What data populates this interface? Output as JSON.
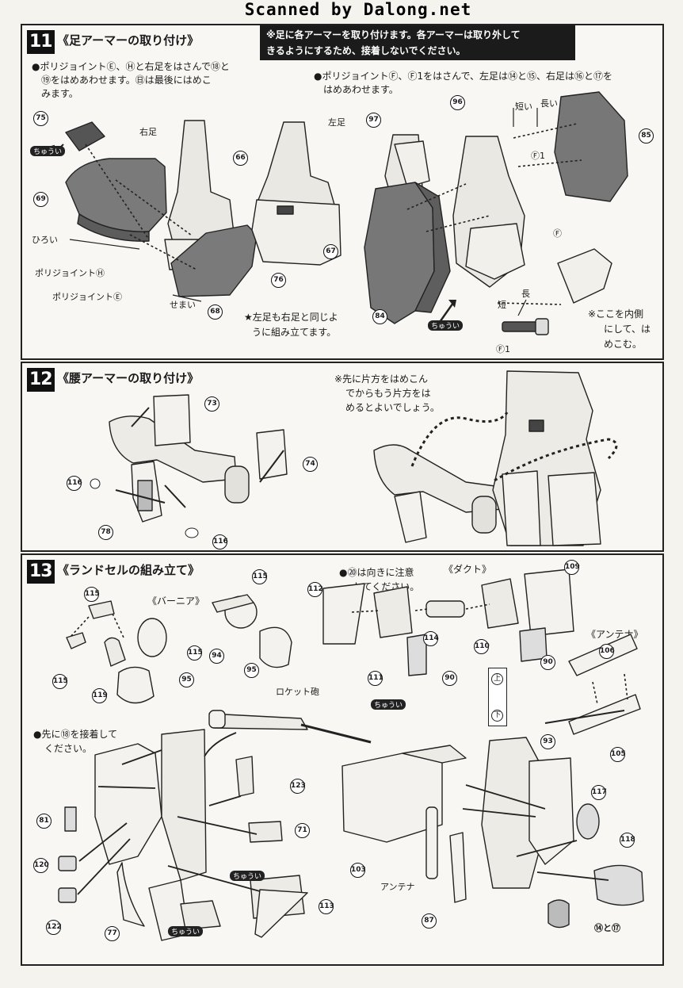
{
  "banner": "Scanned by Dalong.net",
  "step11": {
    "num": "11",
    "title": "《足アーマーの取り付け》",
    "note_line1": "※足に各アーマーを取り付けます。各アーマーは取り外して",
    "note_line2": "きるようにするため、接着しないでください。",
    "instr_left_1": "●ポリジョイントⒺ、Ⓗと右足をはさんで⑱と",
    "instr_left_2": "⑲をはめあわせます。㊐は最後にはめこ",
    "instr_left_3": "みます。",
    "instr_right_1": "●ポリジョイントⒻ、Ⓕ1をはさんで、左足は⑭と⑮、右足は⑯と⑰を",
    "instr_right_2": "はめあわせます。",
    "label_right_leg": "右足",
    "label_left_leg": "左足",
    "label_wide": "ひろい",
    "label_narrow": "せまい",
    "label_poly_h": "ポリジョイントⒽ",
    "label_poly_e": "ポリジョイントⒺ",
    "label_short": "短い",
    "label_long": "長い",
    "label_f1_top": "Ⓕ1",
    "label_f": "Ⓕ",
    "label_short2": "短",
    "label_long2": "長",
    "label_f1_bottom": "Ⓕ1",
    "star_note_1": "★左足も右足と同じよ",
    "star_note_2": "うに組み立てます。",
    "inside_note_1": "※ここを内側",
    "inside_note_2": "にして、は",
    "inside_note_3": "めこむ。",
    "caution": "ちゅうい",
    "parts": [
      "75",
      "69",
      "66",
      "67",
      "68",
      "76",
      "97",
      "96",
      "85",
      "84"
    ]
  },
  "step12": {
    "num": "12",
    "title": "《腰アーマーの取り付け》",
    "note_1": "※先に片方をはめこん",
    "note_2": "でからもう片方をは",
    "note_3": "めるとよいでしょう。",
    "parts": [
      "73",
      "74",
      "116",
      "78",
      "116"
    ]
  },
  "step13": {
    "num": "13",
    "title": "《ランドセルの組み立て》",
    "label_vernier": "《バーニア》",
    "note_90": "●⑳は向きに注意",
    "note_90b": "してください。",
    "label_duct": "《ダクト》",
    "label_antenna_title": "《アンテナ》",
    "label_rocket": "ロケット砲",
    "note_81_1": "●先に⑱を接着して",
    "note_81_2": "ください。",
    "label_antenna": "アンテナ",
    "label_104_107": "⑭と⑰",
    "tab_up": "上",
    "tab_down": "下",
    "caution": "ちゅうい",
    "parts": [
      "115",
      "115",
      "115",
      "115",
      "119",
      "94",
      "95",
      "95",
      "112",
      "111",
      "114",
      "110",
      "109",
      "90",
      "90",
      "106",
      "93",
      "105",
      "123",
      "71",
      "81",
      "120",
      "122",
      "77",
      "113",
      "103",
      "87",
      "117",
      "118"
    ]
  }
}
